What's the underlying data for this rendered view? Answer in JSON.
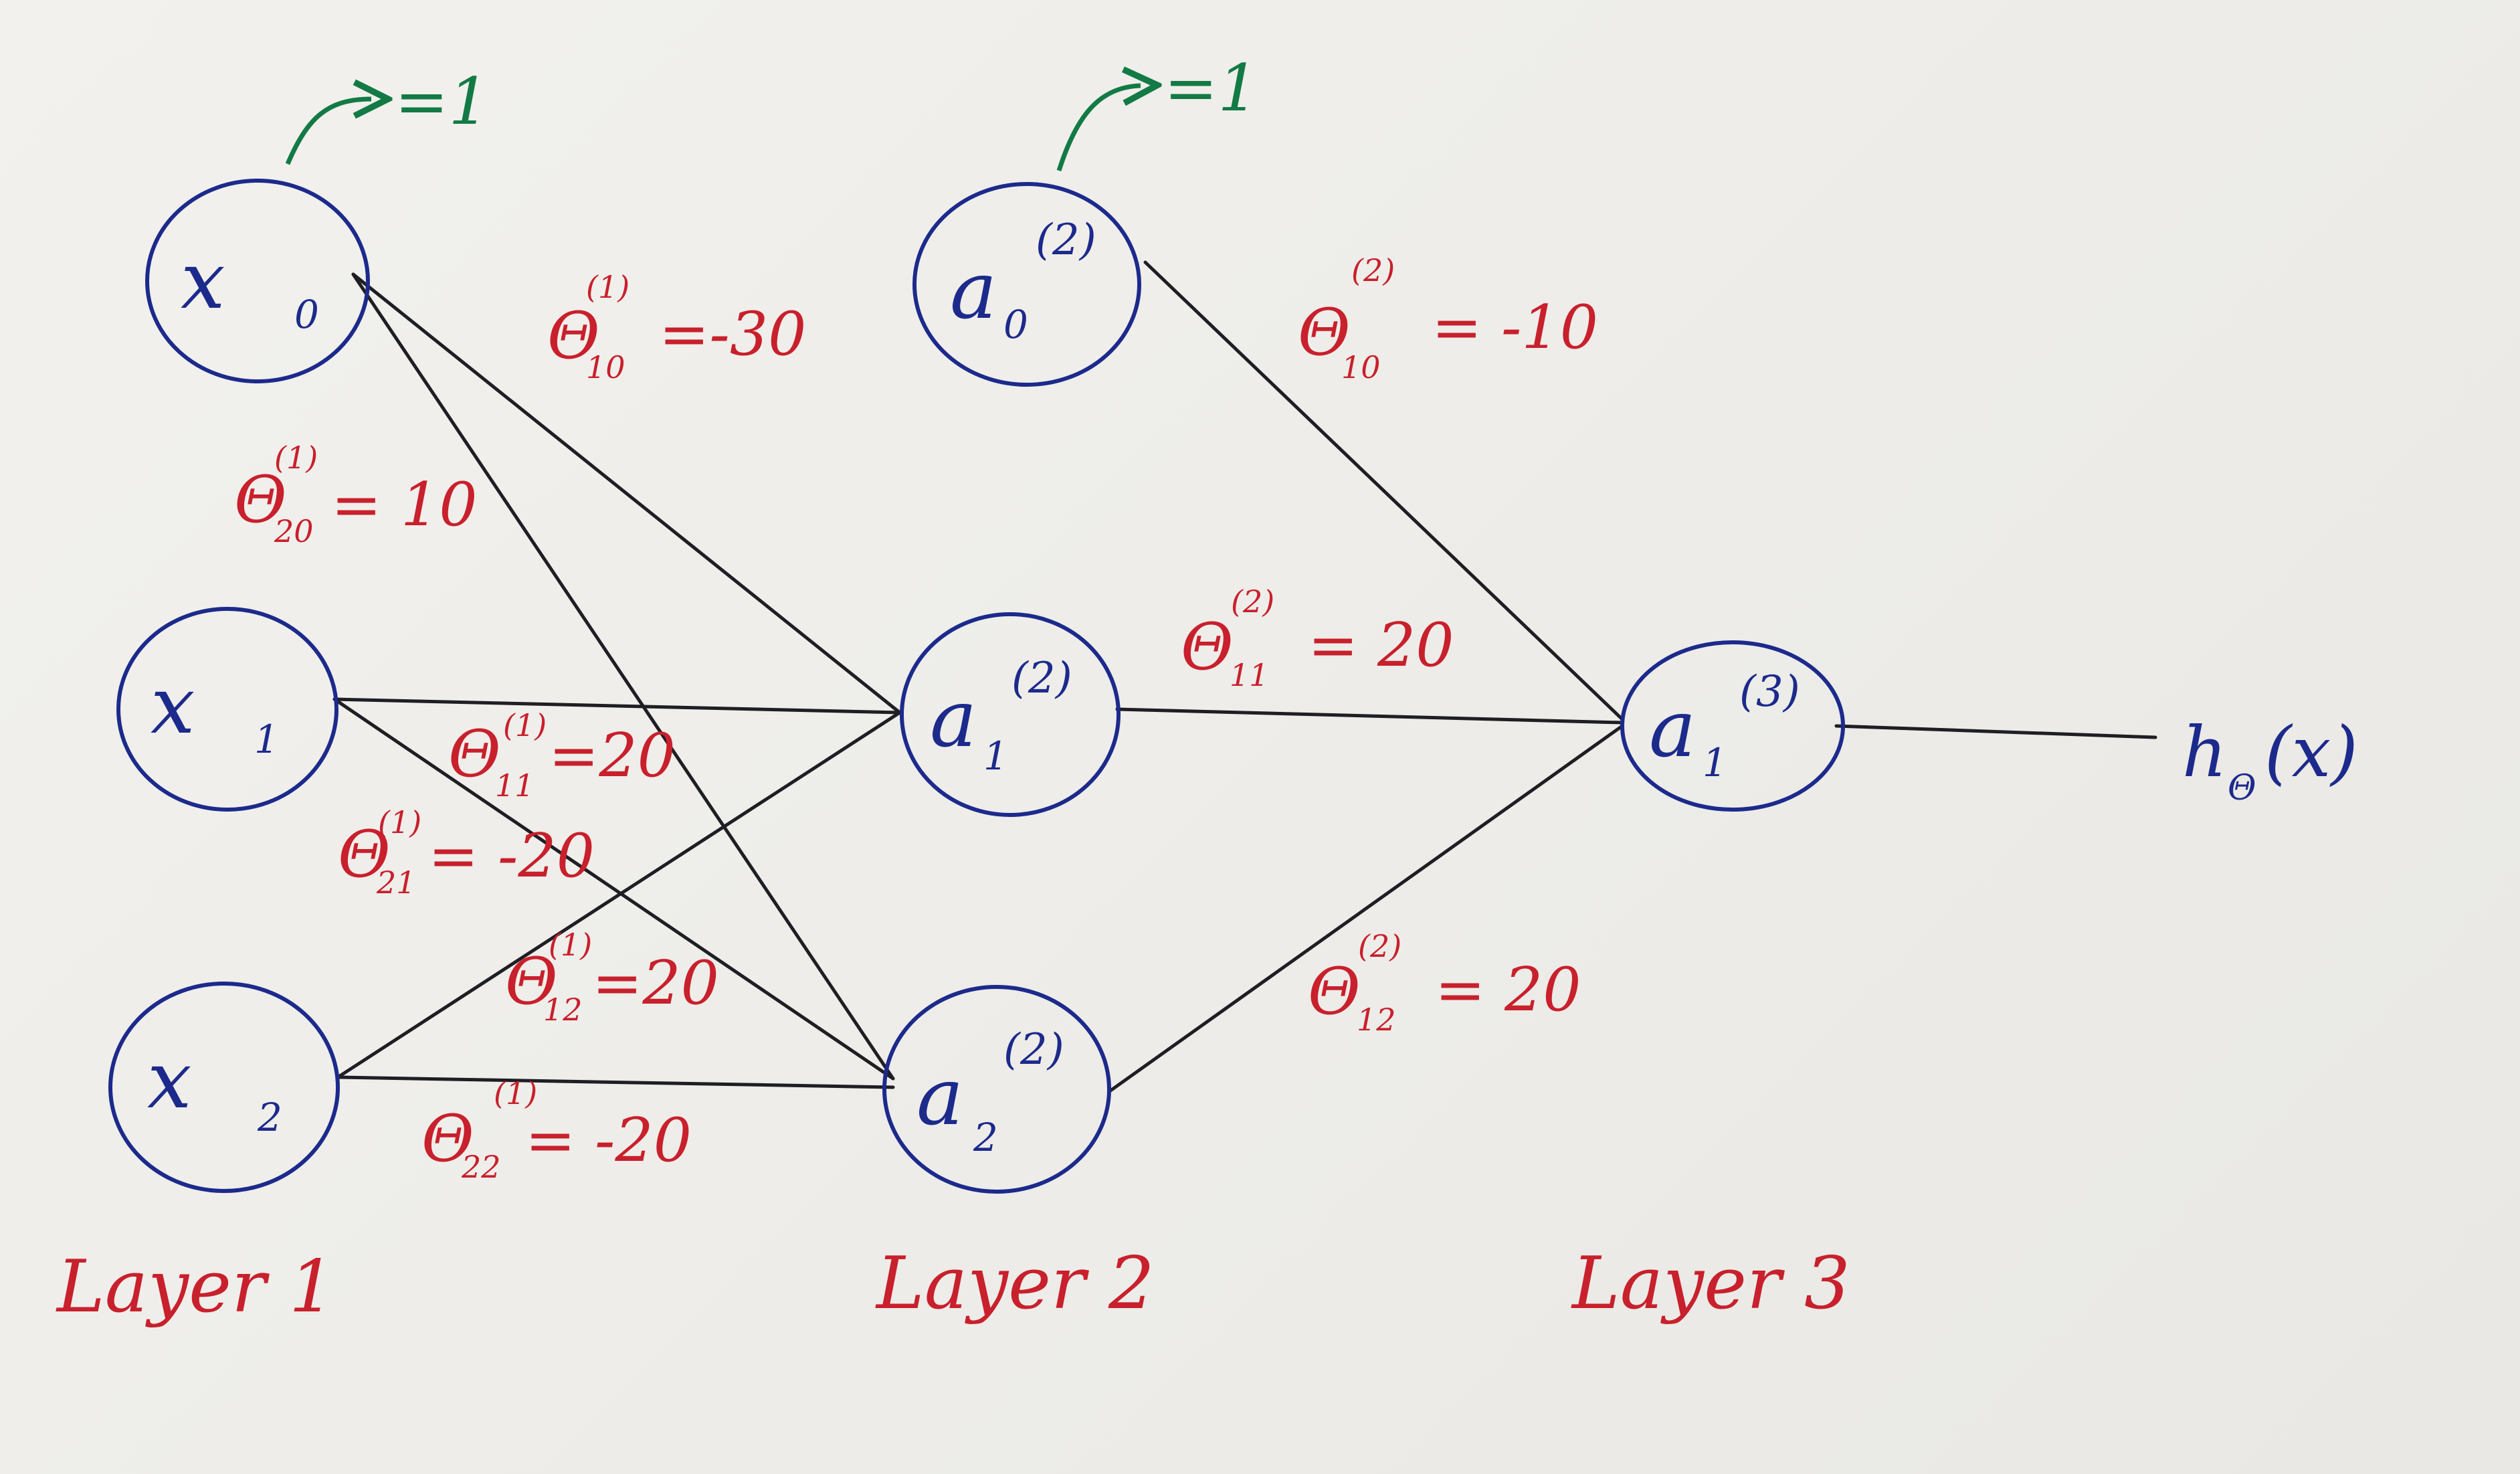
{
  "colors": {
    "node": "#1c2a8c",
    "weight": "#c8202c",
    "bias_note": "#137a45",
    "edge": "#1e1e24"
  },
  "nodes": {
    "x0": {
      "base": "x",
      "sub": "0",
      "sup": ""
    },
    "x1": {
      "base": "x",
      "sub": "1",
      "sup": ""
    },
    "x2": {
      "base": "x",
      "sub": "2",
      "sup": ""
    },
    "a0_2": {
      "base": "a",
      "sub": "0",
      "sup": "(2)"
    },
    "a1_2": {
      "base": "a",
      "sub": "1",
      "sup": "(2)"
    },
    "a2_2": {
      "base": "a",
      "sub": "2",
      "sup": "(2)"
    },
    "a1_3": {
      "base": "a",
      "sub": "1",
      "sup": "(3)"
    }
  },
  "bias_notes": [
    {
      "text": "=1"
    },
    {
      "text": "=1"
    }
  ],
  "weights": {
    "t1_10": {
      "theta": "Θ",
      "sup": "(1)",
      "sub": "10",
      "value": "=-30"
    },
    "t1_20": {
      "theta": "Θ",
      "sup": "(1)",
      "sub": "20",
      "value": "= 10"
    },
    "t1_11": {
      "theta": "Θ",
      "sup": "(1)",
      "sub": "11",
      "value": "=20"
    },
    "t1_21": {
      "theta": "Θ",
      "sup": "(1)",
      "sub": "21",
      "value": "= -20"
    },
    "t1_12": {
      "theta": "Θ",
      "sup": "(1)",
      "sub": "12",
      "value": "=20"
    },
    "t1_22": {
      "theta": "Θ",
      "sup": "(1)",
      "sub": "22",
      "value": "= -20"
    },
    "t2_10": {
      "theta": "Θ",
      "sup": "(2)",
      "sub": "10",
      "value": "= -10"
    },
    "t2_11": {
      "theta": "Θ",
      "sup": "(2)",
      "sub": "11",
      "value": "= 20"
    },
    "t2_12": {
      "theta": "Θ",
      "sup": "(2)",
      "sub": "12",
      "value": "= 20"
    }
  },
  "output": {
    "h": "h",
    "sub": "Θ",
    "arg": "(x)"
  },
  "layers": [
    "Layer 1",
    "Layer 2",
    "Layer 3"
  ]
}
